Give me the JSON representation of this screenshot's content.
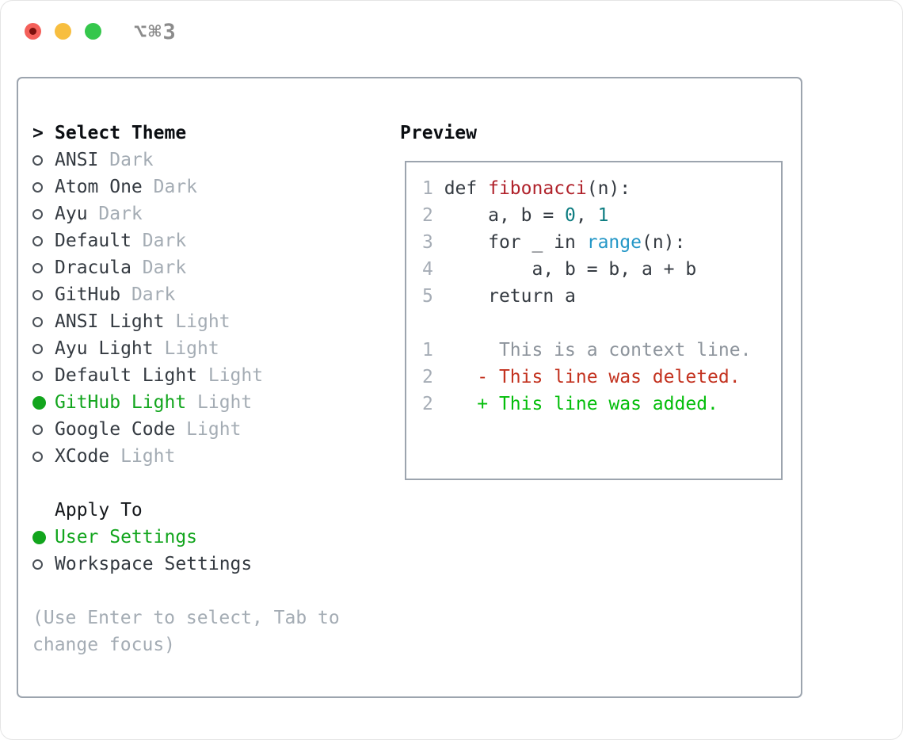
{
  "window": {
    "hotkey": "⌥⌘3"
  },
  "colors": {
    "accent_green": "#12a51d",
    "diff_added_green": "#04be0b",
    "diff_deleted_red": "#c3321f",
    "function_red": "#b0222b",
    "builtin_blue": "#2497c7",
    "number_teal": "#0e7d81",
    "muted_gray": "#a4acb4",
    "text_dark": "#343a41",
    "border_gray": "#9ca4ae",
    "traffic_red": "#f4605a",
    "traffic_yellow": "#f7be3f",
    "traffic_green": "#35c74c"
  },
  "theme_panel": {
    "prompt": ">",
    "title": "Select Theme",
    "items": [
      {
        "name": "ANSI",
        "variant": "Dark",
        "selected": false
      },
      {
        "name": "Atom One",
        "variant": "Dark",
        "selected": false
      },
      {
        "name": "Ayu",
        "variant": "Dark",
        "selected": false
      },
      {
        "name": "Default",
        "variant": "Dark",
        "selected": false
      },
      {
        "name": "Dracula",
        "variant": "Dark",
        "selected": false
      },
      {
        "name": "GitHub",
        "variant": "Dark",
        "selected": false
      },
      {
        "name": "ANSI Light",
        "variant": "Light",
        "selected": false
      },
      {
        "name": "Ayu Light",
        "variant": "Light",
        "selected": false
      },
      {
        "name": "Default Light",
        "variant": "Light",
        "selected": false
      },
      {
        "name": "GitHub Light",
        "variant": "Light",
        "selected": true
      },
      {
        "name": "Google Code",
        "variant": "Light",
        "selected": false
      },
      {
        "name": "XCode",
        "variant": "Light",
        "selected": false
      }
    ],
    "apply_to": {
      "title": "Apply To",
      "options": [
        {
          "label": "User Settings",
          "selected": true
        },
        {
          "label": "Workspace Settings",
          "selected": false
        }
      ]
    },
    "help_lines": [
      "(Use Enter to select, Tab to",
      "change focus)"
    ]
  },
  "preview": {
    "title": "Preview",
    "lines": [
      [
        [
          "ln",
          "1"
        ],
        [
          "plain",
          " def "
        ],
        [
          "func",
          "fibonacci"
        ],
        [
          "plain",
          "(n):"
        ]
      ],
      [
        [
          "ln",
          "2"
        ],
        [
          "plain",
          "     a, b = "
        ],
        [
          "num",
          "0"
        ],
        [
          "plain",
          ", "
        ],
        [
          "num",
          "1"
        ]
      ],
      [
        [
          "ln",
          "3"
        ],
        [
          "plain",
          "     for _ in "
        ],
        [
          "builtin",
          "range"
        ],
        [
          "plain",
          "(n):"
        ]
      ],
      [
        [
          "ln",
          "4"
        ],
        [
          "plain",
          "         a, b = b, a + b"
        ]
      ],
      [
        [
          "ln",
          "5"
        ],
        [
          "plain",
          "     return a"
        ]
      ],
      [],
      [
        [
          "ln",
          "1"
        ],
        [
          "ctx",
          "      This is a context line."
        ]
      ],
      [
        [
          "ln",
          "2"
        ],
        [
          "del",
          "    - This line was deleted."
        ]
      ],
      [
        [
          "ln",
          "2"
        ],
        [
          "add",
          "    + This line was added."
        ]
      ]
    ]
  }
}
